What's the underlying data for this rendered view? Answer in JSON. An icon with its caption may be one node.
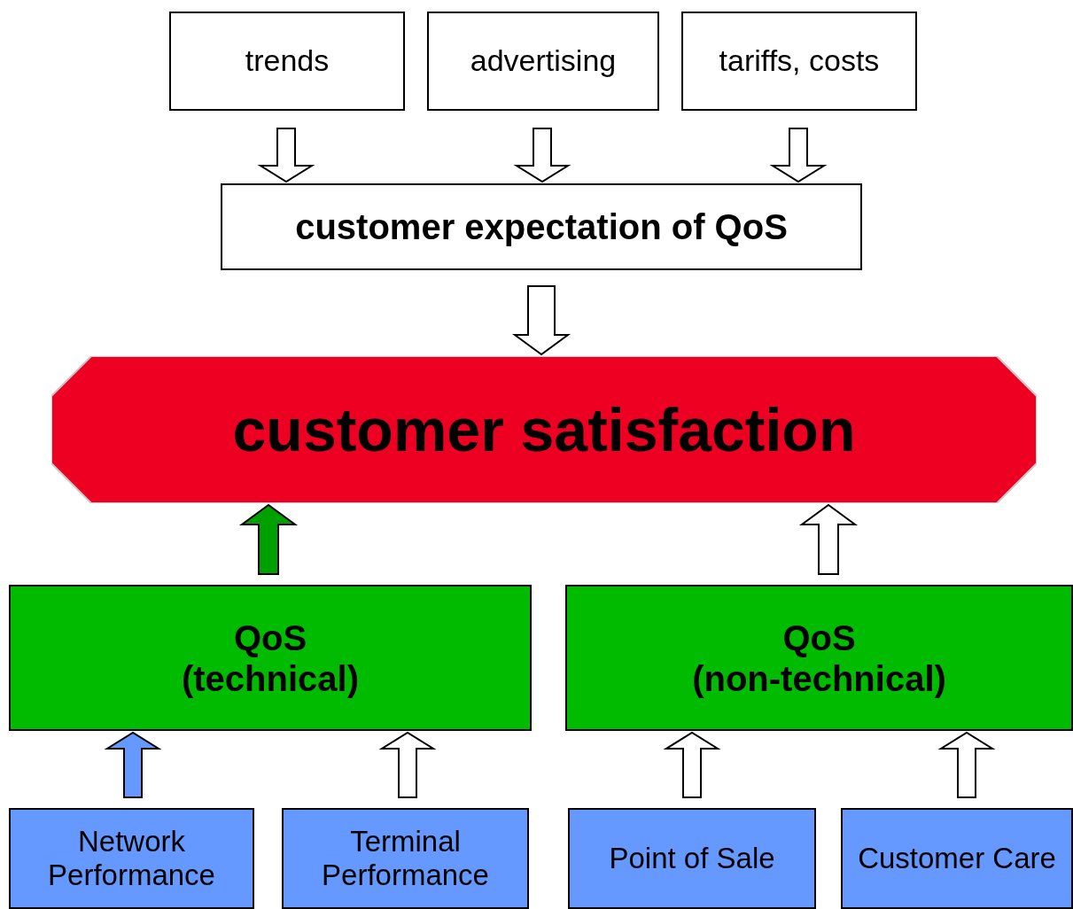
{
  "diagram": {
    "nodes": [
      {
        "text": [
          "trends"
        ]
      },
      {
        "text": [
          "advertising"
        ]
      },
      {
        "text": [
          "tariffs, costs"
        ]
      },
      {
        "text": [
          "customer expectation of QoS"
        ]
      },
      {
        "text": [
          "customer satisfaction"
        ]
      },
      {
        "text": [
          "QoS",
          "(technical)"
        ]
      },
      {
        "text": [
          "QoS",
          "(non-technical)"
        ]
      },
      {
        "text": [
          "Network Performance"
        ]
      },
      {
        "text": [
          "Terminal Performance"
        ]
      },
      {
        "text": [
          "Point of Sale"
        ]
      },
      {
        "text": [
          "Customer Care"
        ]
      }
    ],
    "edges": [
      {
        "from": 0,
        "to": 3,
        "arrow": "to"
      },
      {
        "from": 1,
        "to": 3,
        "arrow": "to"
      },
      {
        "from": 2,
        "to": 3,
        "arrow": "to"
      },
      {
        "from": 3,
        "to": 4,
        "arrow": "to"
      },
      {
        "from": 5,
        "to": 4,
        "arrow": "to",
        "color": "#00a000"
      },
      {
        "from": 6,
        "to": 4,
        "arrow": "to"
      },
      {
        "from": 7,
        "to": 5,
        "arrow": "to",
        "color": "#6699ff"
      },
      {
        "from": 8,
        "to": 5,
        "arrow": "to"
      },
      {
        "from": 9,
        "to": 6,
        "arrow": "to"
      },
      {
        "from": 10,
        "to": 6,
        "arrow": "to"
      }
    ]
  }
}
